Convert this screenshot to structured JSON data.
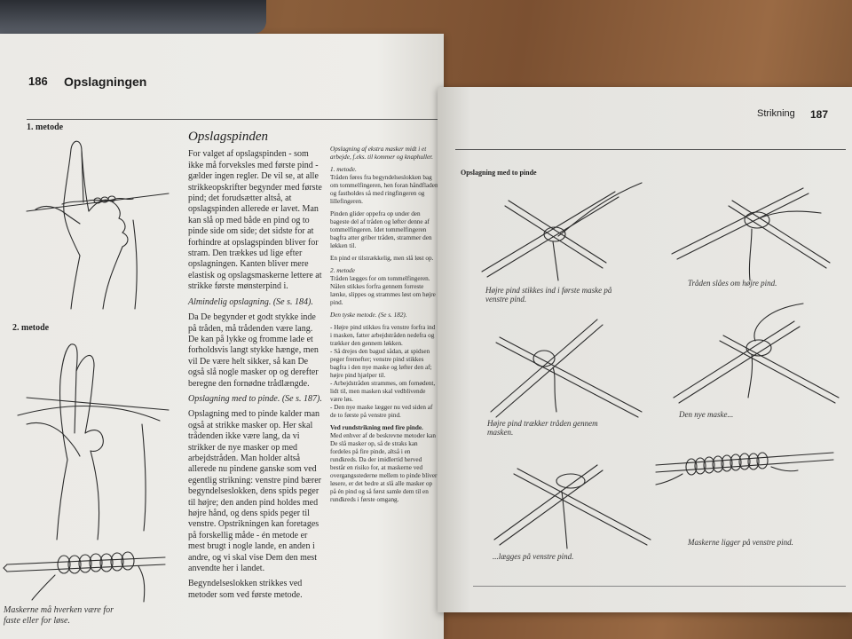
{
  "left_page": {
    "page_number": "186",
    "running_head": "Opslagningen",
    "method1_label": "1. metode",
    "method2_label": "2. metode",
    "figure_caption": "Maskerne må hverken være for faste eller for løse.",
    "title": "Opslagspinden",
    "intro": "For valget af opslagspinden - som ikke må forveksles med første pind - gælder ingen regler. De vil se, at alle strikkeopskrifter begynder med første pind; det forudsætter altså, at opslagspinden allerede er lavet. Man kan slå op med både en pind og to pinde side om side; det sidste for at forhindre at opslagspinden bliver for stram. Den trækkes ud lige efter opslagningen. Kanten bliver mere elastisk og opslagsmaskerne lettere at strikke første mønsterpind i.",
    "section1_heading": "Almindelig opslagning. (Se s. 184).",
    "section1_text": "Da De begynder et godt stykke inde på tråden, må trådenden være lang. De kan på lykke og fromme lade et forholdsvis langt stykke hænge, men vil De være helt sikker, så kan De også slå nogle masker op og derefter beregne den fornødne trådlængde.",
    "section2_heading": "Opslagning med to pinde. (Se s. 187).",
    "section2_text": "Opslagning med to pinde kalder man også at strikke masker op. Her skal trådenden ikke være lang, da vi strikker de nye masker op med arbejdstråden. Man holder altså allerede nu pindene ganske som ved egentlig strikning: venstre pind bærer begyndelseslokken, dens spids peger til højre; den anden pind holdes med højre hånd, og dens spids peger til venstre. Opstrikningen kan foretages på forskellig måde - én metode er mest brugt i nogle lande, en anden i andre, og vi skal vise Dem den mest anvendte her i landet.",
    "section2_end": "Begyndelseslokken strikkes ved metoder som ved første metode.",
    "col2_heading": "Opslagning af ekstra masker midt i et arbejde, f.eks. til kommer og knaphuller.",
    "col2_m1_label": "1. metode.",
    "col2_m1_text": "Tråden føres fra begyndelseslokken bag om tommelfingeren, hen foran håndfladen og fastholdes så med ringfingeren og lillefingeren.",
    "col2_m1_text2": "Pinden glider oppefra op under den bageste del af tråden og løfter denne af tommelfingeren. Idet tommelfingeren bagfra atter griber tråden, strammer den løkken til.",
    "col2_m1_text3": "En pind er tilstrækkelig, men slå løst op.",
    "col2_m2_label": "2. metode",
    "col2_m2_text": "Tråden lægges for om tommelfingeren. Nålen stikkes forfra gennem forreste lænke, slippes og strammes løst om højre pind.",
    "col2_tysk_heading": "Den tyske metode. (Se s. 182).",
    "col2_tysk_text": "- Højre pind stikkes fra venstre forfra ind i masken, fatter arbejdstråden nedefra og trækker den gennem løkken.",
    "col2_tysk_text2": "- Så drejes den bagud sådan, at spidsen peger fremefter; venstre pind stikkes bagfra i den nye maske og løfter den af; højre pind hjælper til.",
    "col2_tysk_text3": "- Arbejdstråden strammes, om fornødent, lidt til, men masken skal vedblivende være løs.",
    "col2_tysk_text4": "- Den nye maske lægger nu ved siden af de to første på venstre pind.",
    "col2_rund_heading": "Ved rundstrikning med fire pinde.",
    "col2_rund_text": "Med enhver af de beskrevne metoder kan De slå masker op, så de straks kan fordeles på fire pinde, altså i en rundkreds. Da der imidlertid herved består en risiko for, at maskerne ved overgangsstederne mellem to pinde bliver løsere, er det bedre at slå alle masker op på én pind og så først samle dem til en rundkreds i første omgang."
  },
  "right_page": {
    "running_head": "Strikning",
    "page_number": "187",
    "section_label": "Opslagning med to pinde",
    "captions": [
      "Højre pind stikkes ind i første maske på venstre pind.",
      "Tråden slåes om højre pind.",
      "Højre pind trækker tråden gennem masken.",
      "Den nye maske...",
      "...lægges på venstre pind.",
      "Maskerne ligger på venstre pind."
    ]
  },
  "colors": {
    "paper": "#ecebe7",
    "ink": "#2a2a2a",
    "table": "#7a5233"
  }
}
